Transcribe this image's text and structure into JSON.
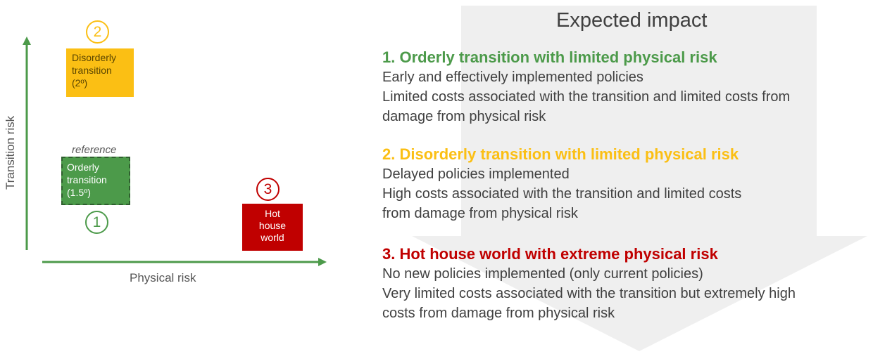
{
  "colors": {
    "green": "#4c9a4a",
    "green_dark": "#2f5f2f",
    "yellow": "#fbbf14",
    "red": "#c00000",
    "arrow": "#efefef"
  },
  "diagram": {
    "y_axis_label": "Transition risk",
    "x_axis_label": "Physical risk",
    "reference_label": "reference",
    "scenarios": [
      {
        "number": "1",
        "lines": [
          "Orderly",
          "transition",
          "(1.5º)"
        ]
      },
      {
        "number": "2",
        "lines": [
          "Disorderly",
          "transition",
          "(2º)"
        ]
      },
      {
        "number": "3",
        "lines": [
          "Hot",
          "house",
          "world"
        ]
      }
    ]
  },
  "impact": {
    "title": "Expected impact",
    "items": [
      {
        "heading": "1. Orderly transition with limited physical risk",
        "lines": [
          "Early and effectively implemented policies",
          "Limited costs associated with the transition and limited costs from",
          "damage from physical risk"
        ]
      },
      {
        "heading": "2. Disorderly transition with limited physical risk",
        "lines": [
          "Delayed policies implemented",
          "High costs associated with the transition and limited costs",
          "from damage from physical risk"
        ]
      },
      {
        "heading": "3. Hot house world with extreme physical risk",
        "lines": [
          "No new policies implemented (only current policies)",
          "Very limited costs associated with the transition but extremely high",
          "costs from damage from physical risk"
        ]
      }
    ]
  }
}
